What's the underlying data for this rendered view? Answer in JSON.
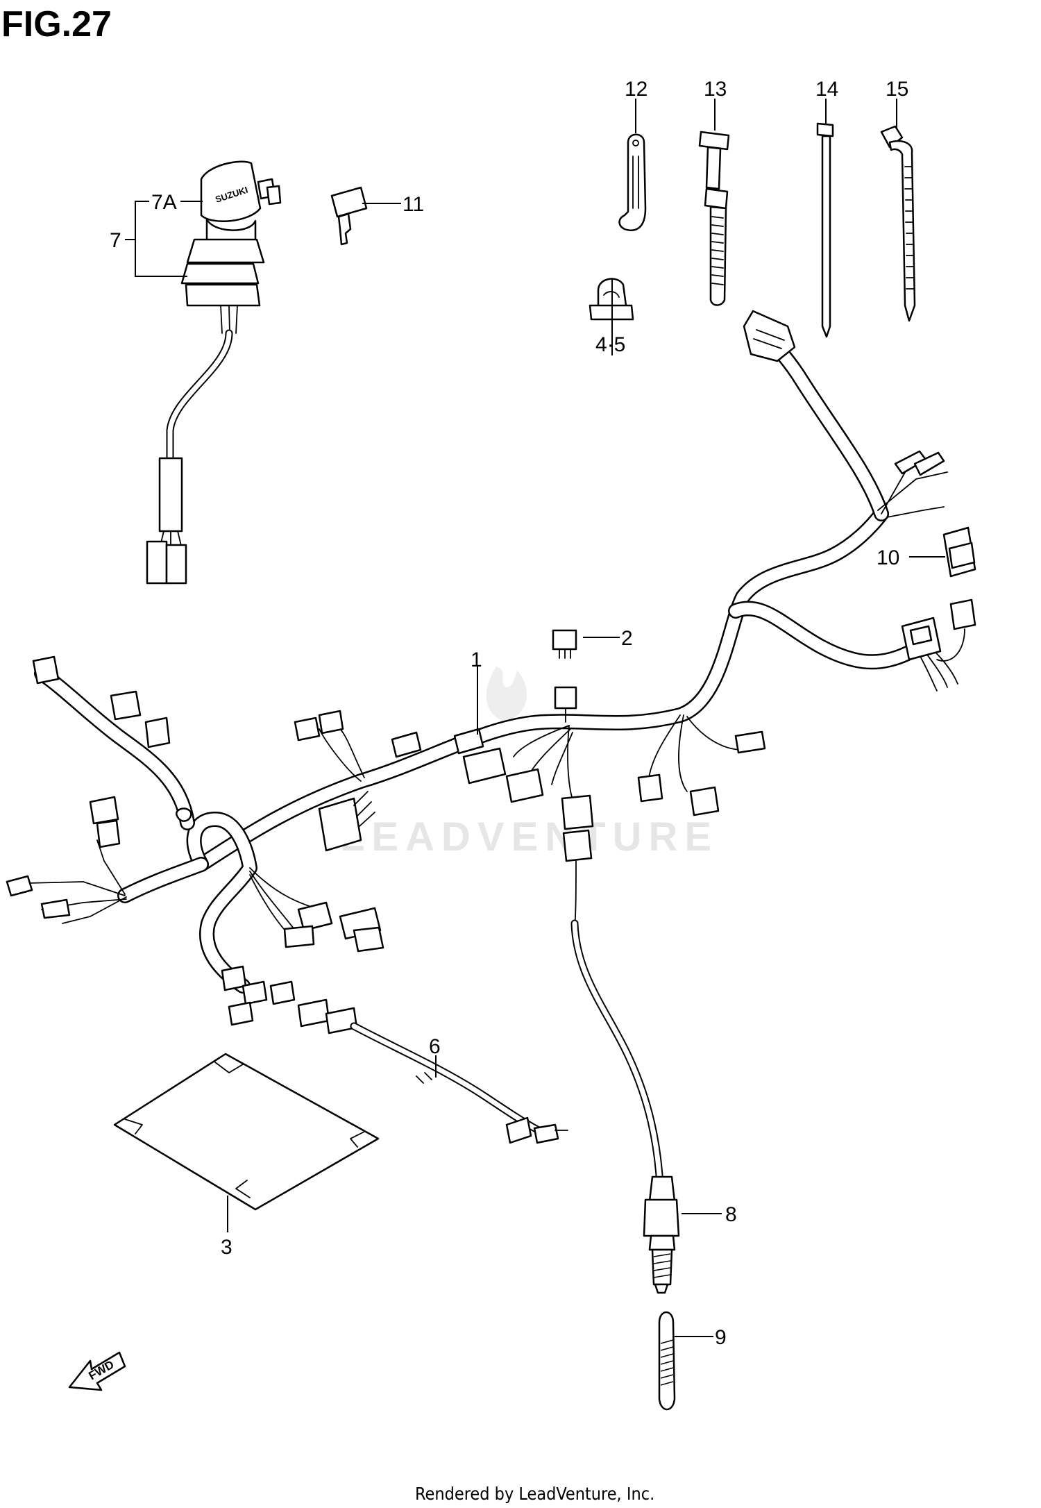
{
  "figure": {
    "title": "FIG.27",
    "watermark": "LEADVENTURE",
    "footer": "Rendered by LeadVenture, Inc.",
    "ignition_brand": "SUZUKI",
    "fwd_label": "FWD"
  },
  "callouts": {
    "p1": "1",
    "p2": "2",
    "p3": "3",
    "p4_5": "4·5",
    "p6": "6",
    "p7": "7",
    "p7a": "7A",
    "p8": "8",
    "p9": "9",
    "p10": "10",
    "p11": "11",
    "p12": "12",
    "p13": "13",
    "p14": "14",
    "p15": "15"
  },
  "colors": {
    "line": "#000000",
    "background": "#ffffff",
    "watermark": "#e6e6e6"
  }
}
